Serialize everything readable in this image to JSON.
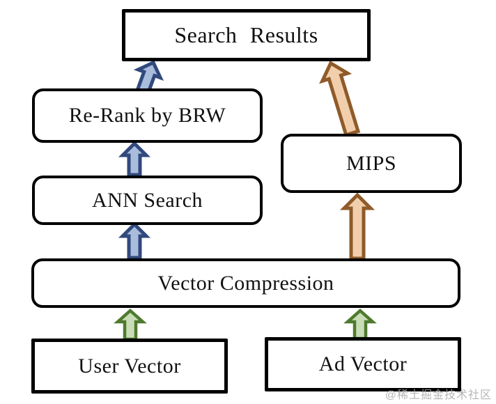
{
  "diagram": {
    "type": "flowchart",
    "nodes": {
      "search_results": {
        "label": "Search Results"
      },
      "re_rank": {
        "label": "Re-Rank by BRW"
      },
      "mips": {
        "label": "MIPS"
      },
      "ann_search": {
        "label": "ANN Search"
      },
      "vector_compression": {
        "label": "Vector Compression"
      },
      "user_vector": {
        "label": "User Vector"
      },
      "ad_vector": {
        "label": "Ad Vector"
      }
    },
    "edges": [
      {
        "from": "Re-Rank by BRW",
        "to": "Search Results",
        "color_name": "blue"
      },
      {
        "from": "MIPS",
        "to": "Search Results",
        "color_name": "orange"
      },
      {
        "from": "ANN Search",
        "to": "Re-Rank by BRW",
        "color_name": "blue"
      },
      {
        "from": "Vector Compression",
        "to": "ANN Search",
        "color_name": "blue"
      },
      {
        "from": "Vector Compression",
        "to": "MIPS",
        "color_name": "orange"
      },
      {
        "from": "User Vector",
        "to": "Vector Compression",
        "color_name": "green"
      },
      {
        "from": "Ad Vector",
        "to": "Vector Compression",
        "color_name": "green"
      }
    ],
    "colors": {
      "box_border": "#000000",
      "box_fill": "#ffffff",
      "text": "#111111",
      "blue_fill": "#a9bcdc",
      "blue_stroke": "#31497c",
      "orange_fill": "#f2cfac",
      "orange_stroke": "#8f5b29",
      "green_fill": "#c8ddb6",
      "green_stroke": "#4e7a2e"
    }
  },
  "watermark": {
    "text": "@稀土掘金技术社区"
  }
}
